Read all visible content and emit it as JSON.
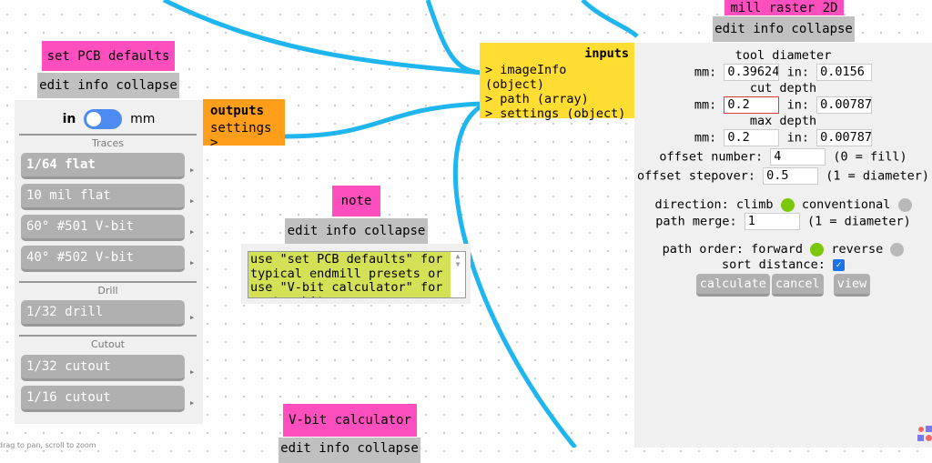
{
  "colors": {
    "wire": "#1fb5ef",
    "module_title": "#ff4fbf",
    "outputs": "#ff9e1b",
    "inputs": "#ffdd33",
    "radio_on": "#7ac70c",
    "radio_off": "#b8b8b8",
    "note_bg": "#d4e157"
  },
  "pcb_defaults": {
    "title": "set PCB defaults",
    "bar": "edit info collapse",
    "units": {
      "left": "in",
      "right": "mm"
    },
    "sections": [
      {
        "label": "Traces",
        "presets": [
          "1/64 flat",
          "10 mil flat",
          "60° #501 V-bit",
          "40° #502 V-bit"
        ]
      },
      {
        "label": "Drill",
        "presets": [
          "1/32 drill"
        ]
      },
      {
        "label": "Cutout",
        "presets": [
          "1/32 cutout",
          "1/16 cutout"
        ]
      }
    ],
    "outputs": {
      "title": "outputs",
      "items": [
        "settings >"
      ]
    }
  },
  "note": {
    "title": "note",
    "bar": "edit info collapse",
    "text": "use \"set PCB defaults\" for typical endmill presets or use \"V-bit calculator\" for custom bits"
  },
  "vbit": {
    "title": "V-bit calculator",
    "bar": "edit info collapse"
  },
  "mill": {
    "title": "mill raster 2D",
    "bar": "edit info collapse",
    "inputs": {
      "title": "inputs",
      "items": [
        "> imageInfo (object)",
        "> path (array)",
        "> settings (object)"
      ]
    },
    "tool_diameter": {
      "label": "tool diameter",
      "mm_label": "mm:",
      "mm": "0.39624",
      "in_label": "in:",
      "in": "0.0156"
    },
    "cut_depth": {
      "label": "cut depth",
      "mm_label": "mm:",
      "mm": "0.2",
      "in_label": "in:",
      "in": "0.00787"
    },
    "max_depth": {
      "label": "max depth",
      "mm_label": "mm:",
      "mm": "0.2",
      "in_label": "in:",
      "in": "0.00787"
    },
    "offset_number": {
      "label": "offset number:",
      "value": "4",
      "hint": "(0 = fill)"
    },
    "offset_stepover": {
      "label": "offset stepover:",
      "value": "0.5",
      "hint": "(1 = diameter)"
    },
    "direction": {
      "label": "direction:",
      "climb": "climb",
      "conventional": "conventional"
    },
    "path_merge": {
      "label": "path merge:",
      "value": "1",
      "hint": "(1 = diameter)"
    },
    "path_order": {
      "label": "path order:",
      "forward": "forward",
      "reverse": "reverse"
    },
    "sort_distance": {
      "label": "sort distance:",
      "checked": true
    },
    "buttons": {
      "calculate": "calculate",
      "cancel": "cancel",
      "view": "view"
    }
  },
  "status": "drag to pan, scroll to zoom"
}
